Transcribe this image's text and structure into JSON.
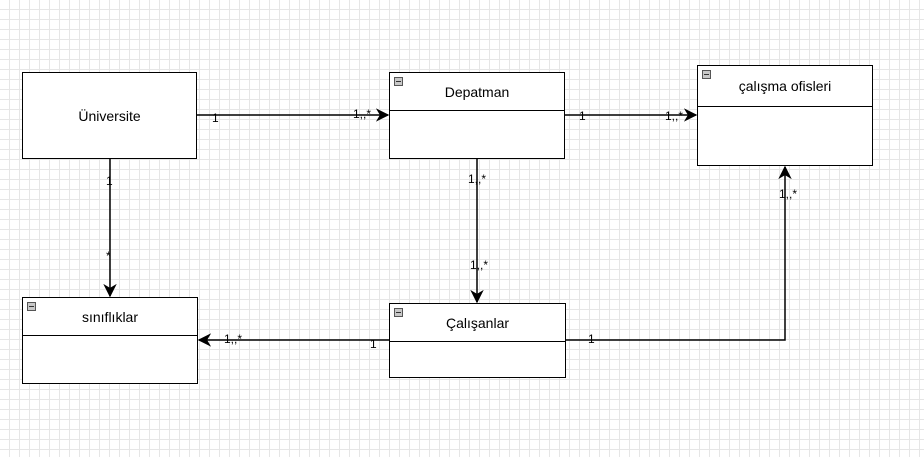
{
  "classes": {
    "universite": {
      "name": "Üniversite"
    },
    "depatman": {
      "name": "Depatman"
    },
    "ofisler": {
      "name": "çalışma ofisleri"
    },
    "siniflar": {
      "name": "sınıflıklar"
    },
    "calisanlar": {
      "name": "Çalışanlar"
    }
  },
  "associations": {
    "universite_depatman": {
      "source": "1",
      "target": "1,,*"
    },
    "depatman_ofisler": {
      "source": "1",
      "target": "1,,*"
    },
    "universite_siniflar": {
      "source": "1",
      "target": "*"
    },
    "depatman_calisanlar": {
      "source": "1,,*",
      "target": "1,,*"
    },
    "calisanlar_siniflar": {
      "source": "1",
      "target": "1,,*"
    },
    "calisanlar_ofisler": {
      "source": "1",
      "target": "1,,*"
    }
  }
}
